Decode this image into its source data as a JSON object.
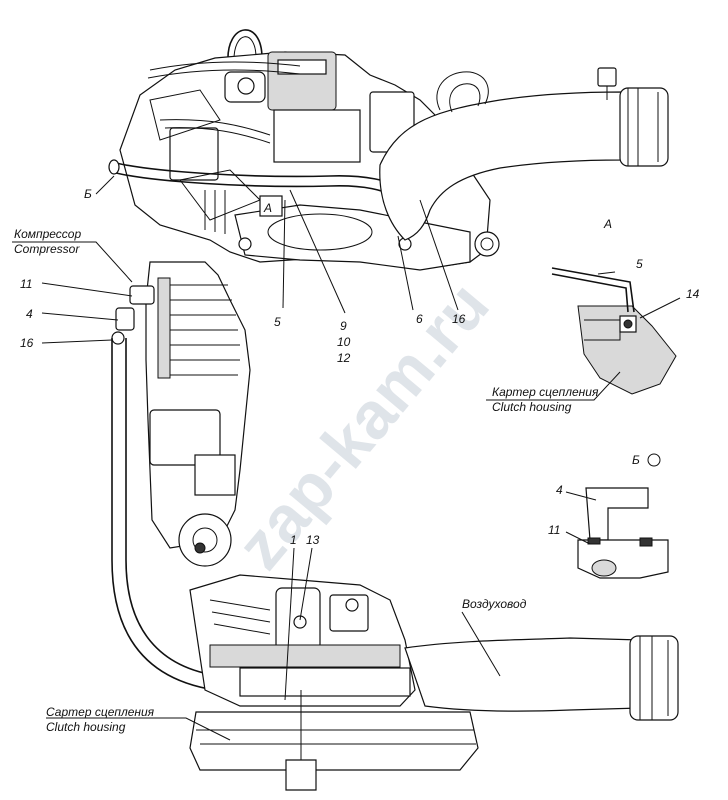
{
  "labels": {
    "compressor_ru": "Компрессор",
    "compressor_en": "Compressor",
    "clutch_top_ru": "Картер сцепления",
    "clutch_top_en": "Clutch housing",
    "clutch_bottom_ru": "Сартер сцепления",
    "clutch_bottom_en": "Clutch housing",
    "air_duct": "Воздуховод",
    "view_b": "Б",
    "view_a_inset": "А",
    "view_a_marker": "А",
    "view_b_inset": "Б",
    "watermark": "zap-kam.ru"
  },
  "callouts": {
    "n11": "11",
    "n4": "4",
    "n16_left": "16",
    "n5_main": "5",
    "n9": "9",
    "n10": "10",
    "n12": "12",
    "n6": "6",
    "n16_main": "16",
    "n5_inset": "5",
    "n14": "14",
    "n4_inset": "4",
    "n11_inset": "11",
    "n1": "1",
    "n13": "13"
  }
}
